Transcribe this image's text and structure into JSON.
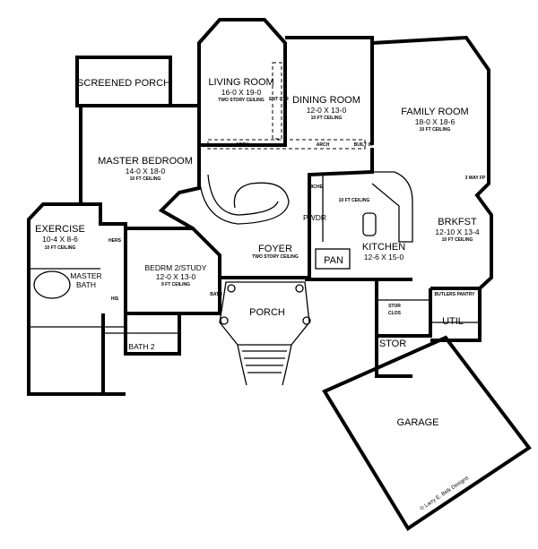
{
  "rooms": {
    "screened_porch": {
      "name": "SCREENED PORCH"
    },
    "living": {
      "name": "LIVING ROOM",
      "size": "16-0 X 19-0",
      "ceiling": "TWO STORY CEILING"
    },
    "dining": {
      "name": "DINING ROOM",
      "size": "12-0 X 13-0",
      "ceiling": "10 FT CEILING"
    },
    "family": {
      "name": "FAMILY ROOM",
      "size": "18-0 X 18-6",
      "ceiling": "10 FT CEILING"
    },
    "master_bedroom": {
      "name": "MASTER BEDROOM",
      "size": "14-0 X 18-0",
      "ceiling": "10 FT CEILING"
    },
    "exercise": {
      "name": "EXERCISE",
      "size": "10-4 X 8-6",
      "ceiling": "10 FT CEILING"
    },
    "master_bath": {
      "name_line1": "MASTER",
      "name_line2": "BATH"
    },
    "bedroom2": {
      "name": "BEDRM 2/STUDY",
      "size": "12-0 X 13-0",
      "ceiling": "9 FT CEILING"
    },
    "bath2": {
      "name": "BATH 2"
    },
    "foyer": {
      "name": "FOYER",
      "ceiling": "TWO STORY CEILING"
    },
    "porch": {
      "name": "PORCH"
    },
    "pwdr": {
      "name": "PWDR"
    },
    "pan": {
      "name": "PAN"
    },
    "kitchen": {
      "name": "KITCHEN",
      "size": "12-6 X 15-0",
      "ceiling": "10 FT CEILING"
    },
    "brkfst": {
      "name": "BRKFST",
      "size": "12-10 X 13-4",
      "ceiling": "10 FT CEILING"
    },
    "stor_clos": {
      "line1": "STOR",
      "line2": "CLOS"
    },
    "util": {
      "name": "UTIL"
    },
    "stor": {
      "name": "STOR"
    },
    "garage": {
      "name": "GARAGE"
    }
  },
  "notes": {
    "arch": "ARCH",
    "built_in": "BUILT IN",
    "hers": "HERS",
    "his": "HIS",
    "bath": "BATH",
    "niche": "NICHE",
    "butlers_pantry": "BUTLERS PANTRY",
    "three_way_fp": "3 WAY FP",
    "ent_ctr": "ENT CTR"
  },
  "copyright": "© Larry E. Belk Designs"
}
